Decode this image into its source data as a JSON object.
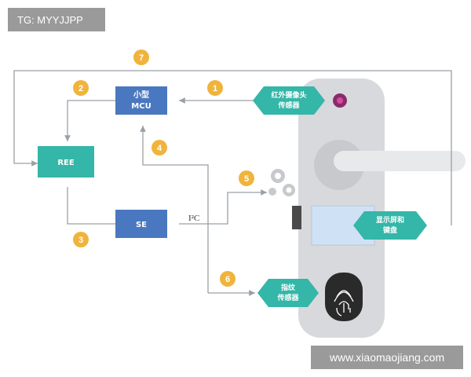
{
  "watermark_top": "TG: MYYJJPP",
  "watermark_bottom": "www.xiaomaojiang.com",
  "nodes": {
    "mcu": [
      "小型",
      "MCU"
    ],
    "ree": "REE",
    "se": "SE",
    "ir_sensor": [
      "红外摄像头",
      "传感器"
    ],
    "display": [
      "显示屏和",
      "键盘"
    ],
    "fingerprint": [
      "指纹",
      "传感器"
    ]
  },
  "i2c_label": "I²C",
  "steps": [
    "1",
    "2",
    "3",
    "4",
    "5",
    "6",
    "7"
  ],
  "colors": {
    "box_blue": "#4a78c0",
    "box_teal": "#34b6a8",
    "badge": "#f0b43c",
    "line": "#9aa0a6",
    "lock_body": "#d7d9dc"
  }
}
